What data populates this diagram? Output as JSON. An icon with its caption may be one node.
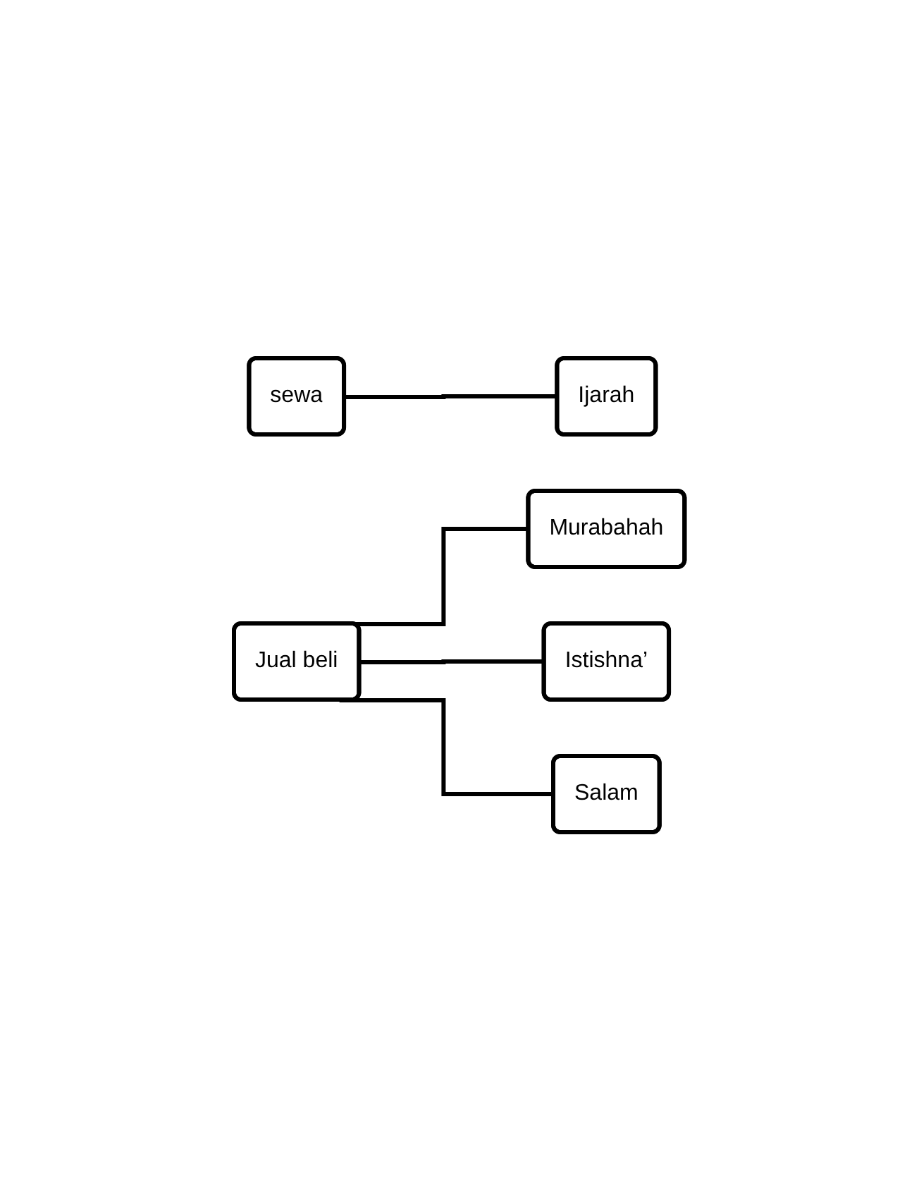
{
  "diagram": {
    "nodes": [
      {
        "text": [
          "sewa"
        ]
      },
      {
        "text": [
          "Ijarah"
        ]
      },
      {
        "text": [
          "Jual beli"
        ]
      },
      {
        "text": [
          "Murabahah"
        ]
      },
      {
        "text": [
          "Istishna’"
        ]
      },
      {
        "text": [
          "Salam"
        ]
      }
    ],
    "edges": [
      {
        "from": 0,
        "to": 1,
        "arrow": "none"
      },
      {
        "from": 2,
        "to": 3,
        "arrow": "none"
      },
      {
        "from": 2,
        "to": 4,
        "arrow": "none"
      },
      {
        "from": 2,
        "to": 5,
        "arrow": "none"
      }
    ]
  }
}
